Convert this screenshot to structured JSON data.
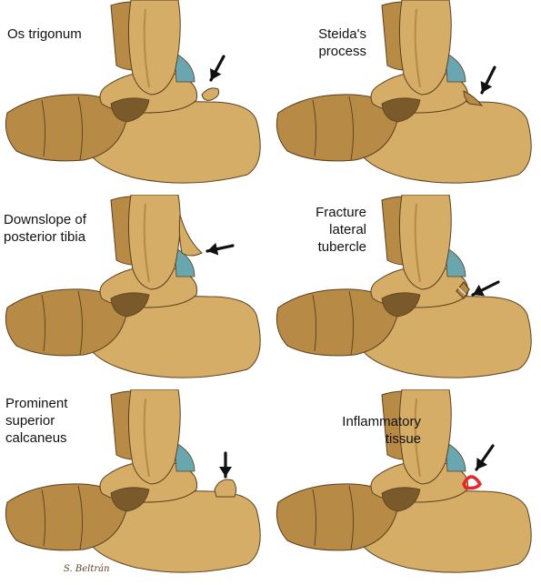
{
  "colors": {
    "bone": "#d6ad66",
    "bone_shadow": "#b78a45",
    "bone_dark": "#7a5a2a",
    "outline": "#5a4020",
    "cartilage": "#6aa6b0",
    "arrow": "#111111",
    "inflammation": "#e8262a"
  },
  "panels": [
    {
      "label_lines": [
        "Os trigonum"
      ],
      "label_align": "left",
      "feature": "os_trigonum"
    },
    {
      "label_lines": [
        "Steida's",
        "process"
      ],
      "label_align": "right",
      "feature": "steida_process"
    },
    {
      "label_lines": [
        "Downslope of",
        "posterior tibia"
      ],
      "label_align": "left",
      "feature": "downslope_tibia"
    },
    {
      "label_lines": [
        "Fracture",
        "lateral",
        "tubercle"
      ],
      "label_align": "right",
      "feature": "fracture_tubercle"
    },
    {
      "label_lines": [
        "Prominent",
        "superior",
        "calcaneus"
      ],
      "label_align": "left",
      "feature": "prominent_calcaneus"
    },
    {
      "label_lines": [
        "Inflammatory",
        "tissue"
      ],
      "label_align": "right",
      "feature": "inflammatory_tissue"
    }
  ],
  "signature": "S. Beltrán"
}
